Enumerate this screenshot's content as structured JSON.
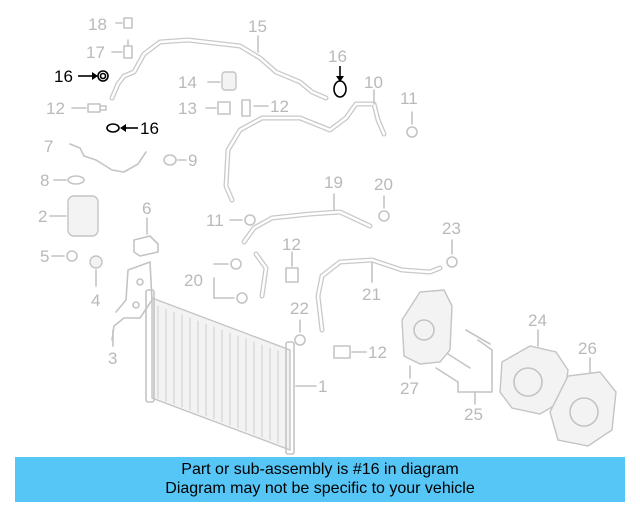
{
  "callouts": {
    "c1": "1",
    "c2": "2",
    "c3": "3",
    "c4": "4",
    "c5": "5",
    "c6": "6",
    "c7": "7",
    "c8": "8",
    "c9": "9",
    "c10": "10",
    "c11a": "11",
    "c11b": "11",
    "c12a": "12",
    "c12b": "12",
    "c12c": "12",
    "c12d": "12",
    "c13": "13",
    "c14": "14",
    "c15": "15",
    "c16a": "16",
    "c16b": "16",
    "c16c": "16",
    "c17": "17",
    "c18": "18",
    "c19": "19",
    "c20a": "20",
    "c20b": "20",
    "c21": "21",
    "c22": "22",
    "c23": "23",
    "c24": "24",
    "c25": "25",
    "c26": "26",
    "c27": "27"
  },
  "highlight_part": "16",
  "colors": {
    "banner": "#56c6f7",
    "highlight": "#000000",
    "ghost": "#b9b9b9"
  },
  "banner": {
    "line1": "Part or sub-assembly is #16 in diagram",
    "line2": "Diagram may not be specific to your vehicle"
  }
}
